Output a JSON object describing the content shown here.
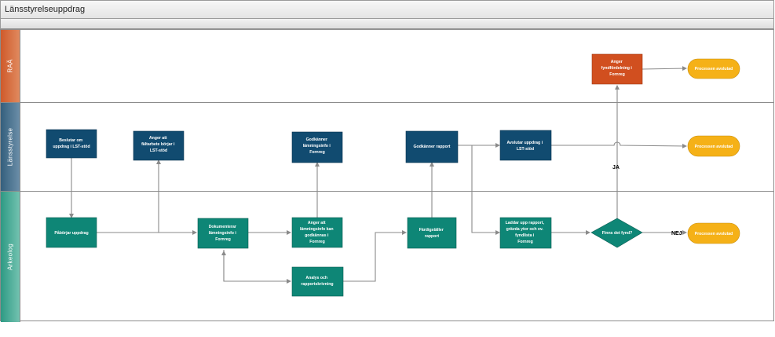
{
  "title": "Länsstyrelseuppdrag",
  "colors": {
    "lane_raa": "#cf5a2b",
    "lane_lst": "#345f7d",
    "lane_ark": "#2e9a84",
    "node_navy": "#114b70",
    "node_teal": "#0e8676",
    "node_orange": "#d14f1f",
    "end_fill": "#f5b117",
    "connector": "#8a8a8a"
  },
  "lanes": [
    {
      "id": "raa",
      "label": "RAÄ"
    },
    {
      "id": "lst",
      "label": "Länsstyrelse"
    },
    {
      "id": "ark",
      "label": "Arkeolog"
    }
  ],
  "nodes": {
    "beslutar": {
      "lines": [
        "Beslutar om",
        "uppdrag i LST-stöd"
      ]
    },
    "anger_faltarbete": {
      "lines": [
        "Anger att",
        "fältarbete börjar i",
        "LST-stöd"
      ]
    },
    "godkanner_lamning": {
      "lines": [
        "Godkänner",
        "lämningsinfo i",
        "Fornreg"
      ]
    },
    "godkanner_rapport": {
      "lines": [
        "Godkänner rapport"
      ]
    },
    "avslutar": {
      "lines": [
        "Avslutar uppdrag i",
        "LST-stöd"
      ]
    },
    "anger_fynd": {
      "lines": [
        "Anger",
        "fyndfördelning i",
        "Fornreg"
      ]
    },
    "paborjar": {
      "lines": [
        "Påbörjar uppdrag"
      ]
    },
    "dokumenterar": {
      "lines": [
        "Dokumenterar",
        "lämningsinfo i",
        "Fornreg"
      ]
    },
    "anger_lamning": {
      "lines": [
        "Anger att",
        "lämningsinfo kan",
        "godkännas i",
        "Fornreg"
      ]
    },
    "analys": {
      "lines": [
        "Analys och",
        "rapportskrivning"
      ]
    },
    "fardigstaller": {
      "lines": [
        "Färdigställer",
        "rapport"
      ]
    },
    "laddar": {
      "lines": [
        "Laddar upp rapport,",
        "grävda ytor och ev.",
        "fyndlista i",
        "Fornreg"
      ]
    },
    "decision": {
      "lines": [
        "Finns det fynd?"
      ]
    },
    "end_raa": {
      "lines": [
        "Processen avslutad"
      ]
    },
    "end_lst": {
      "lines": [
        "Processen avslutad"
      ]
    },
    "end_ark": {
      "lines": [
        "Processen avslutad"
      ]
    }
  },
  "edge_labels": {
    "ja": "JA",
    "nej": "NEJ"
  }
}
